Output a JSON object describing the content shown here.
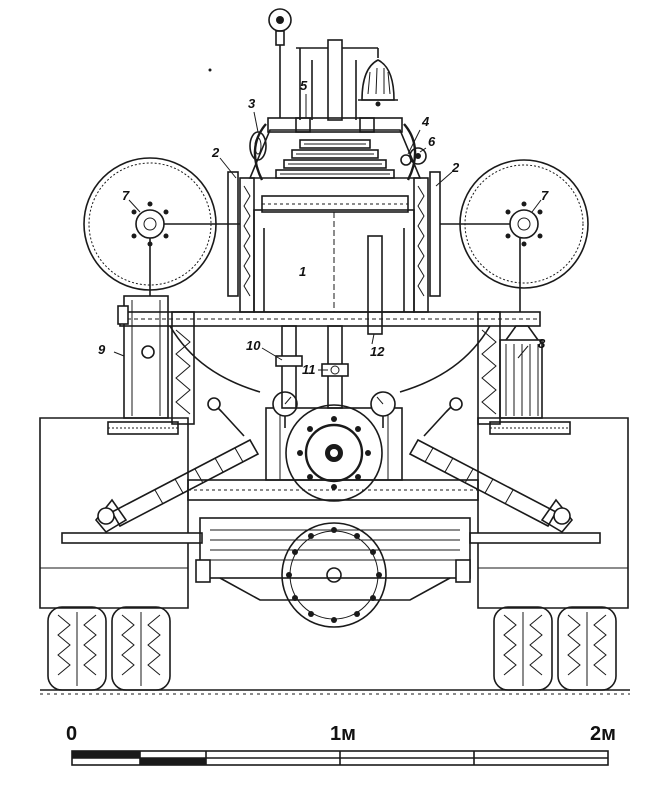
{
  "part_labels": [
    {
      "id": "p1",
      "text": "1"
    },
    {
      "id": "p2a",
      "text": "2"
    },
    {
      "id": "p2b",
      "text": "2"
    },
    {
      "id": "p3",
      "text": "3"
    },
    {
      "id": "p4",
      "text": "4"
    },
    {
      "id": "p5",
      "text": "5"
    },
    {
      "id": "p6",
      "text": "6"
    },
    {
      "id": "p7a",
      "text": "7"
    },
    {
      "id": "p7b",
      "text": "7"
    },
    {
      "id": "p8",
      "text": "8"
    },
    {
      "id": "p9",
      "text": "9"
    },
    {
      "id": "p10",
      "text": "10"
    },
    {
      "id": "p11",
      "text": "11"
    },
    {
      "id": "p12",
      "text": "12"
    }
  ],
  "scale_bar": {
    "label_start": "0",
    "label_mid": "1м",
    "label_end": "2м"
  }
}
